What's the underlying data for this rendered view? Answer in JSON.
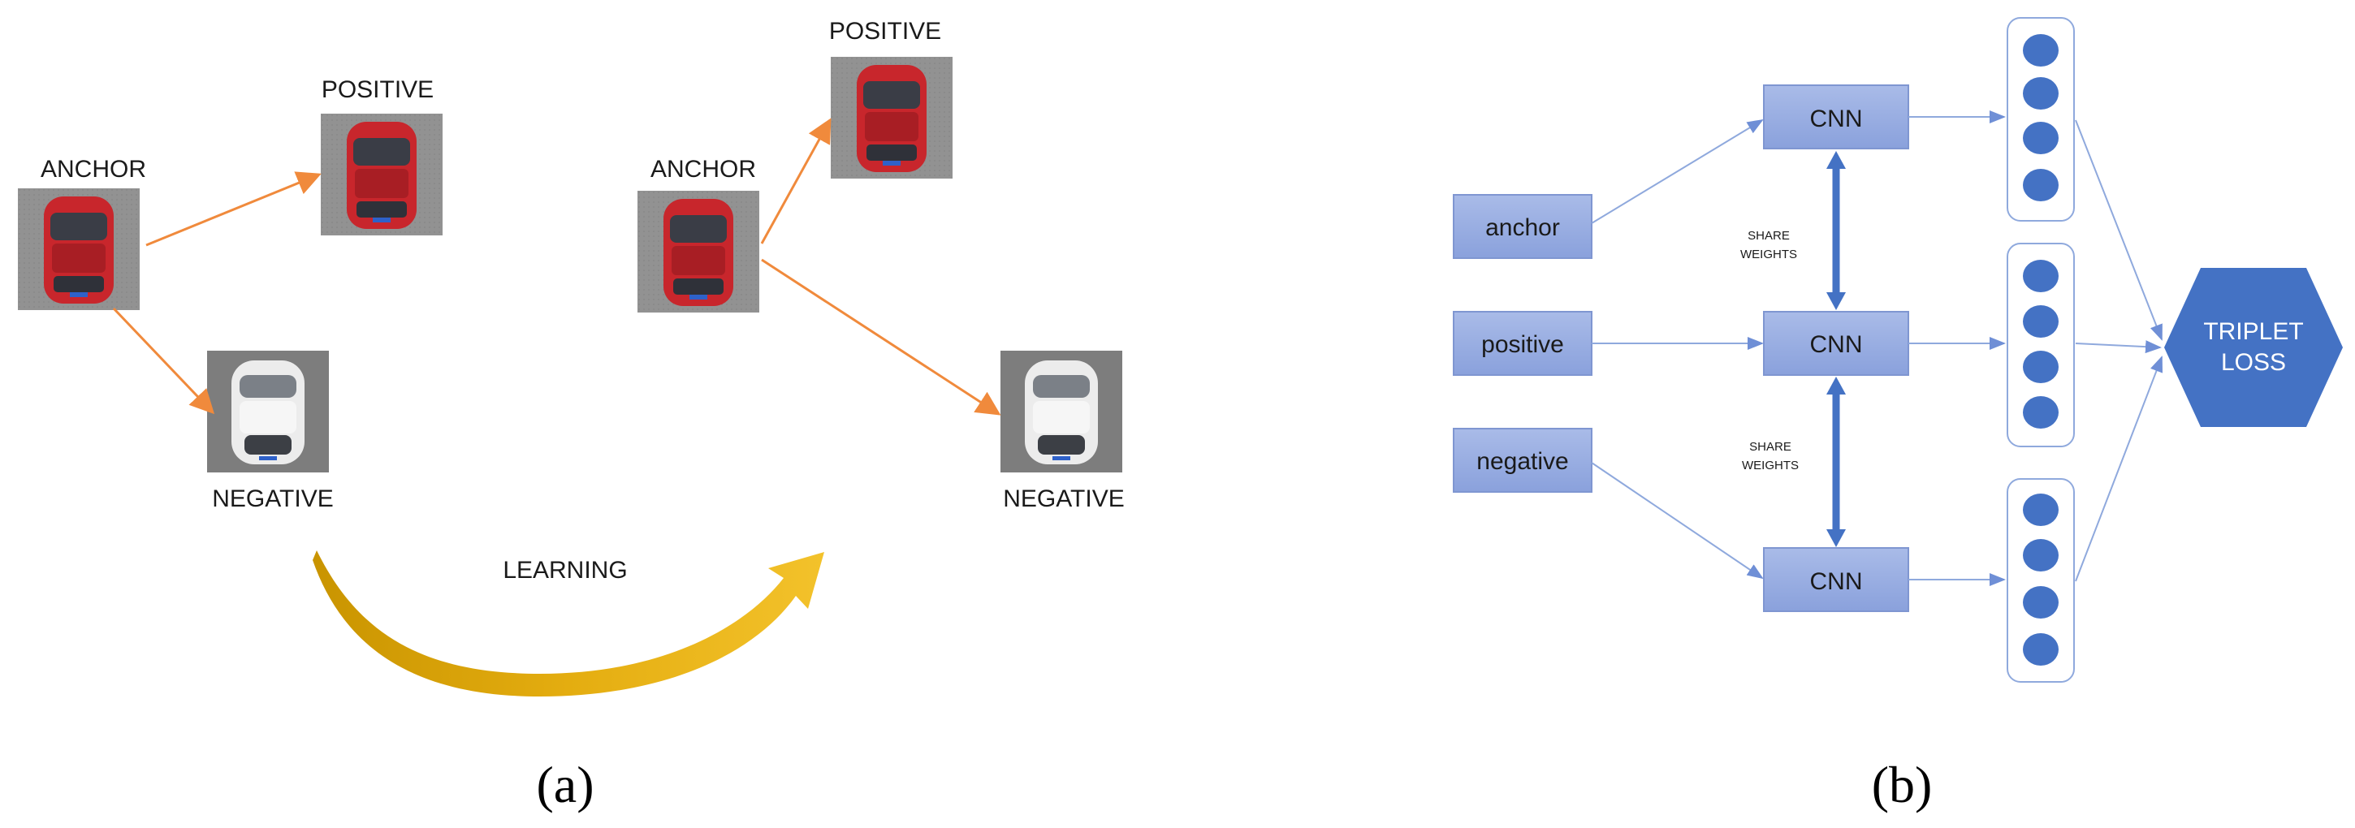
{
  "panel_a": {
    "left": {
      "anchor_label": "ANCHOR",
      "positive_label": "POSITIVE",
      "negative_label": "NEGATIVE"
    },
    "right": {
      "anchor_label": "ANCHOR",
      "positive_label": "POSITIVE",
      "negative_label": "NEGATIVE"
    },
    "learning_label": "LEARNING",
    "caption": "(a)"
  },
  "panel_b": {
    "inputs": [
      "anchor",
      "positive",
      "negative"
    ],
    "cnn_label": "CNN",
    "share_weights_top": [
      "SHARE",
      "WEIGHTS"
    ],
    "share_weights_bottom": [
      "SHARE",
      "WEIGHTS"
    ],
    "loss_label": [
      "TRIPLET",
      "LOSS"
    ],
    "caption": "(b)"
  },
  "colors": {
    "orange_arrow": "#f08a3c",
    "gold_arrow": "#e0a800",
    "box_fill": "#9aaee3",
    "box_stroke": "#7f96d1",
    "blue_node": "#4472c4",
    "link_line": "#8fa9dd",
    "red_car": "#c8262c",
    "white_car": "#e8e8e8"
  },
  "icons": [
    "red-car-photo-icon",
    "white-car-photo-icon"
  ]
}
